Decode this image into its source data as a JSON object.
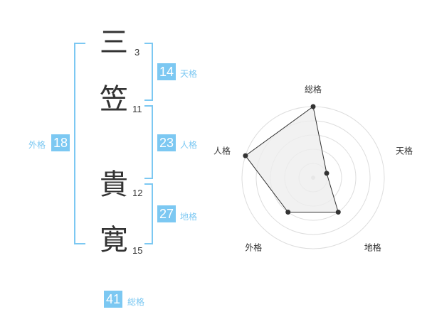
{
  "name": {
    "chars": [
      {
        "char": "三",
        "strokes": "3"
      },
      {
        "char": "笠",
        "strokes": "11"
      },
      {
        "char": "貴",
        "strokes": "12"
      },
      {
        "char": "寛",
        "strokes": "15"
      }
    ]
  },
  "fortunes": {
    "ten": {
      "value": "14",
      "label": "天格"
    },
    "jin": {
      "value": "23",
      "label": "人格"
    },
    "chi": {
      "value": "27",
      "label": "地格"
    },
    "gai": {
      "value": "18",
      "label": "外格"
    },
    "sou": {
      "value": "41",
      "label": "総格"
    }
  },
  "chart_data": {
    "type": "radar",
    "categories": [
      "総格",
      "天格",
      "地格",
      "外格",
      "人格"
    ],
    "values": [
      5,
      1,
      3,
      3,
      5
    ],
    "rmax": 5,
    "rings": 5,
    "colors": {
      "fill": "#eeeeee",
      "stroke": "#333333",
      "grid": "#dddddd",
      "point": "#333333"
    }
  }
}
